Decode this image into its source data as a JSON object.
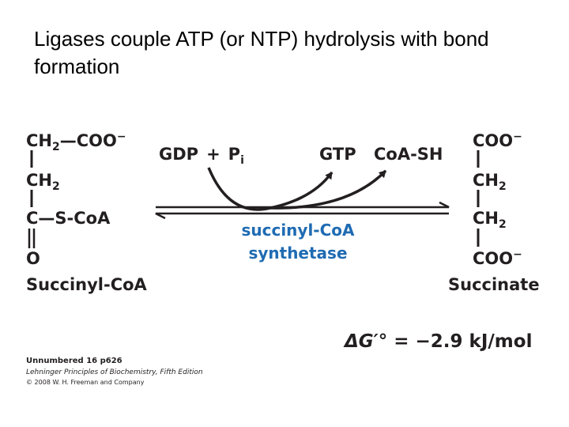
{
  "title": "Ligases couple ATP (or NTP) hydrolysis with bond formation",
  "reaction": {
    "substrate": {
      "line1_group": "CH",
      "line1_sub": "2",
      "line1_tail": "—COO",
      "line1_charge": "−",
      "line2_group": "CH",
      "line2_sub": "2",
      "line3": "C—S-CoA",
      "line4": "O",
      "name": "Succinyl-CoA"
    },
    "product": {
      "line1": "COO",
      "line1_charge": "−",
      "line2_group": "CH",
      "line2_sub": "2",
      "line3_group": "CH",
      "line3_sub": "2",
      "line4": "COO",
      "line4_charge": "−",
      "name": "Succinate"
    },
    "cofactors_in": {
      "gdp": "GDP",
      "plus": "+",
      "p": "P",
      "p_sub": "i"
    },
    "cofactors_out": {
      "gtp": "GTP",
      "coa": "CoA-SH"
    },
    "enzyme": {
      "line1": "succinyl-CoA",
      "line2": "synthetase"
    },
    "delta_g": {
      "symbol": "ΔG′°",
      "eq": "= −2.9 kJ/mol"
    }
  },
  "credit": {
    "line1": "Unnumbered 16 p626",
    "line2": "Lehninger Principles of Biochemistry, Fifth Edition",
    "line3": "© 2008 W. H. Freeman and Company"
  },
  "colors": {
    "text": "#231f20",
    "enzyme": "#1f6bb3",
    "arrow": "#231f20"
  }
}
